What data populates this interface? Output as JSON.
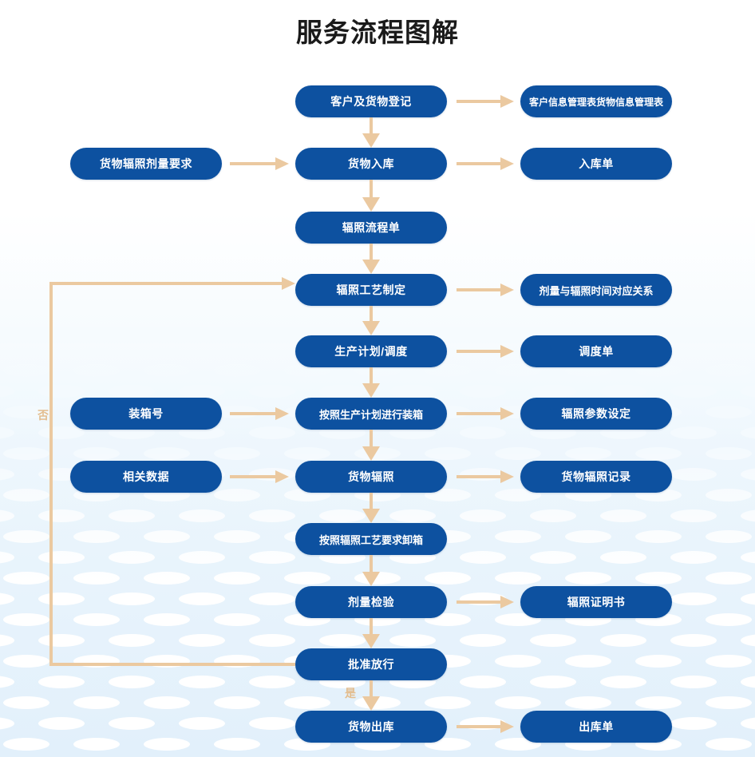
{
  "title": "服务流程图解",
  "colors": {
    "node_fill": "#0d51a0",
    "node_text": "#ffffff",
    "arrow": "#ebc9a0",
    "edge_label": "#e3bd8e",
    "background_top": "#ffffff",
    "background_bottom": "#e2f0fb"
  },
  "nodes": {
    "center": [
      {
        "id": "register",
        "label": "客户及货物登记"
      },
      {
        "id": "inbound",
        "label": "货物入库"
      },
      {
        "id": "process_sheet",
        "label": "辐照流程单"
      },
      {
        "id": "craft",
        "label": "辐照工艺制定"
      },
      {
        "id": "plan",
        "label": "生产计划/调度"
      },
      {
        "id": "boxing",
        "label": "按照生产计划进行装箱"
      },
      {
        "id": "irradiate",
        "label": "货物辐照"
      },
      {
        "id": "unbox",
        "label": "按照辐照工艺要求卸箱"
      },
      {
        "id": "dose_check",
        "label": "剂量检验"
      },
      {
        "id": "approve",
        "label": "批准放行"
      },
      {
        "id": "outbound",
        "label": "货物出库"
      }
    ],
    "left": [
      {
        "id": "dose_req",
        "label": "货物辐照剂量要求"
      },
      {
        "id": "box_number",
        "label": "装箱号"
      },
      {
        "id": "rel_data",
        "label": "相关数据"
      }
    ],
    "right": [
      {
        "id": "cust_tables",
        "label": "客户信息管理表货物信息管理表"
      },
      {
        "id": "inbound_form",
        "label": "入库单"
      },
      {
        "id": "dose_time",
        "label": "剂量与辐照时间对应关系"
      },
      {
        "id": "dispatch",
        "label": "调度单"
      },
      {
        "id": "params",
        "label": "辐照参数设定"
      },
      {
        "id": "irr_record",
        "label": "货物辐照记录"
      },
      {
        "id": "certificate",
        "label": "辐照证明书"
      },
      {
        "id": "outbound_form",
        "label": "出库单"
      }
    ]
  },
  "edge_labels": {
    "no": "否",
    "yes": "是"
  }
}
